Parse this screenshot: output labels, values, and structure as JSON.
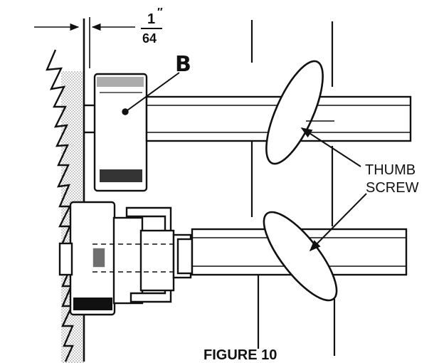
{
  "labels": {
    "fraction_numerator": "1",
    "fraction_inch_mark": "″",
    "fraction_denominator": "64",
    "part_b": "B",
    "thumb": "THUMB",
    "screw": "SCREW",
    "caption": "FIGURE 10"
  },
  "colors": {
    "ink": "#111111",
    "paper": "#ffffff",
    "stipple": "#9a9a9a"
  }
}
